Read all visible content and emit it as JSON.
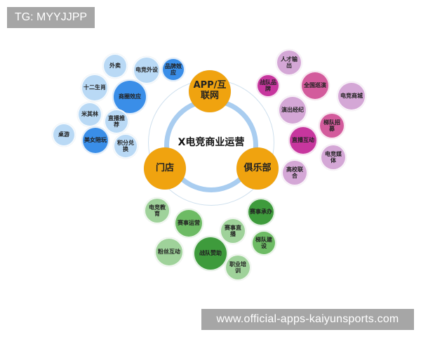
{
  "watermarks": {
    "top": "TG: MYYJJPP",
    "bottom": "www.official-apps-kaiyunsports.com"
  },
  "diagram": {
    "title": "X电竞商业运营",
    "core_nodes": [
      {
        "label": "APP/互联网",
        "color": "#f0a30f"
      },
      {
        "label": "门店",
        "color": "#f0a30f"
      },
      {
        "label": "俱乐部",
        "color": "#f0a30f"
      }
    ],
    "clusters": {
      "blue": {
        "color_light": "#b9d9f5",
        "color_dark": "#3a8ee8",
        "items": [
          "外卖",
          "电竞外设",
          "品牌效应",
          "十二生肖",
          "商圈效应",
          "米其林",
          "直播推荐",
          "桌游",
          "美女陪玩",
          "积分兑换"
        ]
      },
      "purple": {
        "color_light": "#d4a7d6",
        "color_dark": "#c7369e",
        "items": [
          "人才输出",
          "战队品牌",
          "全国巡演",
          "电竞商城",
          "演出经纪",
          "梯队招募",
          "直播互动",
          "电竞媒体",
          "高校联合"
        ]
      },
      "green": {
        "color_light": "#9fd29a",
        "color_dark": "#3e9b3c",
        "items": [
          "电竞教育",
          "赛事运营",
          "赛事承办",
          "赛事直播",
          "梯队建设",
          "粉丝互动",
          "战队赞助",
          "职业培训"
        ]
      }
    }
  }
}
